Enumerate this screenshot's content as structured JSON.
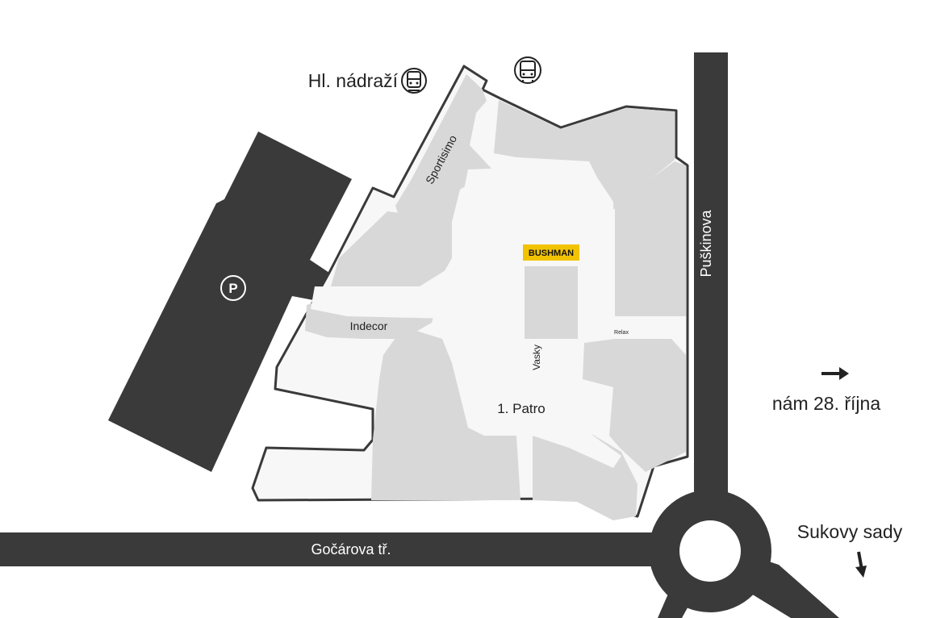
{
  "colors": {
    "road": "#3a3a3a",
    "building_outline": "#3a3a3a",
    "building_fill": "#f7f7f7",
    "store_fill": "#d8d8d8",
    "parking": "#3a3a3a",
    "highlight": "#f2c300",
    "text": "#222222"
  },
  "roads": {
    "puskinova": "Puškinova",
    "gocarova": "Gočárova tř."
  },
  "directions": {
    "nam28": "nám 28. října",
    "sukovy": "Sukovy sady"
  },
  "transit": {
    "station_label": "Hl. nádraží",
    "station_icon": "train-icon",
    "bus_icon": "bus-icon"
  },
  "parking": {
    "label": "P",
    "icon": "parking-icon"
  },
  "stores": {
    "sportisimo": "Sportisimo",
    "indecor": "Indecor",
    "bushman": "BUSHMAN",
    "vasky": "Vasky",
    "relax": "Relax"
  },
  "floor": {
    "label": "1. Patro"
  }
}
